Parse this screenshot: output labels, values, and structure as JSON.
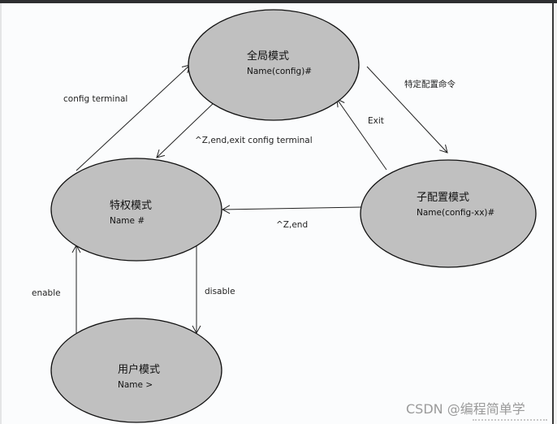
{
  "diagram": {
    "title": "Cisco IOS command modes",
    "nodes": [
      {
        "id": "global",
        "title": "全局模式",
        "prompt": "Name(config)#"
      },
      {
        "id": "privileged",
        "title": "特权模式",
        "prompt": "Name #"
      },
      {
        "id": "subconfig",
        "title": "子配置模式",
        "prompt": "Name(config-xx)#"
      },
      {
        "id": "user",
        "title": "用户模式",
        "prompt": "Name >"
      }
    ],
    "edges": [
      {
        "from": "privileged",
        "to": "global",
        "label": "config terminal"
      },
      {
        "from": "global",
        "to": "privileged",
        "label": "^Z,end,exit config terminal"
      },
      {
        "from": "global",
        "to": "subconfig",
        "label": "特定配置命令"
      },
      {
        "from": "subconfig",
        "to": "global",
        "label": "Exit"
      },
      {
        "from": "subconfig",
        "to": "privileged",
        "label": "^Z,end"
      },
      {
        "from": "user",
        "to": "privileged",
        "label": "enable"
      },
      {
        "from": "privileged",
        "to": "user",
        "label": "disable"
      }
    ],
    "colors": {
      "node_fill": "#c0c0c0",
      "node_stroke": "#111111",
      "edge_stroke": "#222222"
    }
  },
  "watermark": "CSDN @编程简单学"
}
